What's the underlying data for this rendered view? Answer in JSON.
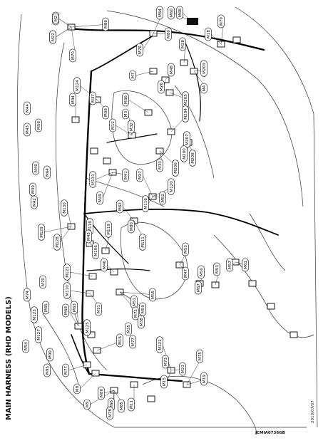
{
  "title": "MAIN HARNESS (RHD MODELS)",
  "figure_code": "JCMIA0736GB",
  "date_code": "2010/07/07",
  "connector_labels": [
    "M14",
    "M23",
    "M64",
    "M60",
    "M66",
    "M80",
    "M86",
    "M18",
    "M79",
    "M70",
    "M28",
    "M76",
    "M7",
    "M48",
    "M26",
    "M203",
    "M4",
    "M205",
    "M34",
    "M124",
    "M44",
    "M37",
    "M38",
    "M12",
    "M36",
    "M3",
    "M32",
    "M204",
    "M43",
    "M56",
    "M40",
    "M207",
    "M200",
    "M206",
    "M208",
    "M33",
    "M39",
    "M41",
    "M27",
    "M64",
    "M42",
    "M49",
    "M131",
    "M120",
    "M130",
    "M62",
    "M118",
    "M129",
    "M45",
    "M116",
    "M80",
    "M111",
    "M106",
    "M52",
    "M128",
    "M119",
    "M53",
    "M70",
    "M53",
    "M61",
    "M74",
    "M121",
    "M47",
    "M67",
    "M57",
    "M65",
    "M110",
    "M50",
    "M51",
    "M68",
    "M63",
    "M46",
    "M55",
    "M59",
    "M123",
    "M31",
    "M72",
    "M127",
    "M125",
    "M35",
    "M38",
    "M54",
    "M122",
    "M16",
    "M77",
    "M73",
    "M75",
    "M99",
    "M95",
    "M15",
    "M77",
    "M21",
    "M8",
    "M19",
    "M9",
    "M89",
    "M66",
    "M85",
    "M11",
    "M78",
    "M2",
    "M22"
  ]
}
